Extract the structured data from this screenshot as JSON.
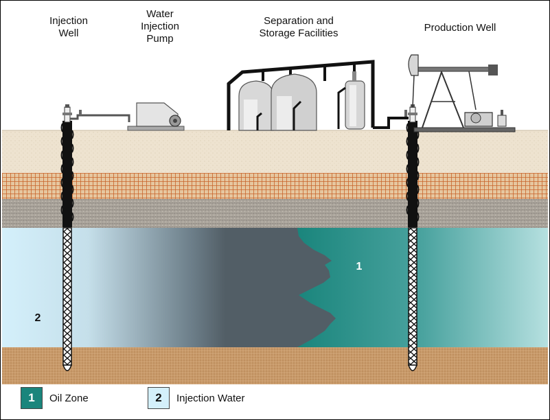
{
  "labels": {
    "injection_well": [
      "Injection",
      "Well"
    ],
    "water_injection_pump": [
      "Water",
      "Injection",
      "Pump"
    ],
    "separation_storage": [
      "Separation and",
      "Storage Facilities"
    ],
    "production_well": [
      "Production Well"
    ]
  },
  "zone_markers": {
    "oil": "1",
    "water": "2"
  },
  "legend": [
    {
      "number": "1",
      "label": "Oil Zone",
      "color": "#1a857c",
      "text_color": "#ffffff"
    },
    {
      "number": "2",
      "label": "Injection Water",
      "color": "#d4f0fb",
      "text_color": "#111111"
    }
  ],
  "colors": {
    "surface": "#eee3d0",
    "clay_grid": "#c8642a",
    "gravel": "#a59f96",
    "water": "#d4f0fb",
    "oil": "#1a857c",
    "basement": "#c89a6a"
  }
}
